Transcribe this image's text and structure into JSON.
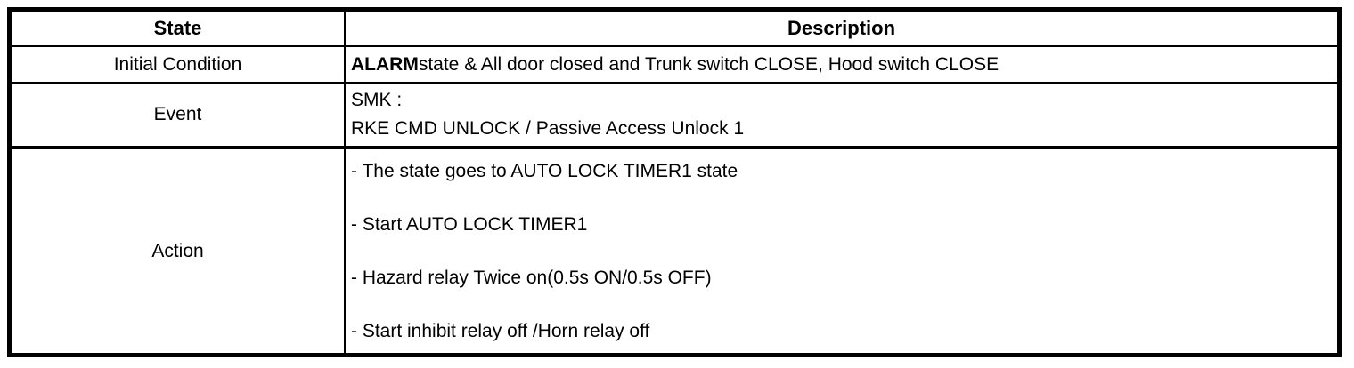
{
  "colors": {
    "border": "#000000",
    "text": "#000000",
    "background": "#ffffff"
  },
  "table": {
    "header": {
      "state": "State",
      "description": "Description"
    },
    "rows": [
      {
        "state": "Initial Condition",
        "description_bold": "ALARM",
        "description_rest": "state & All door closed and Trunk switch CLOSE, Hood switch CLOSE"
      },
      {
        "state": "Event",
        "lines": [
          "SMK :",
          "RKE CMD UNLOCK / Passive Access Unlock 1"
        ]
      },
      {
        "state": "Action",
        "items": [
          "- The state goes to AUTO LOCK TIMER1 state",
          "- Start AUTO LOCK TIMER1",
          "- Hazard relay Twice on(0.5s ON/0.5s OFF)",
          "- Start inhibit relay off /Horn relay off"
        ]
      }
    ]
  }
}
